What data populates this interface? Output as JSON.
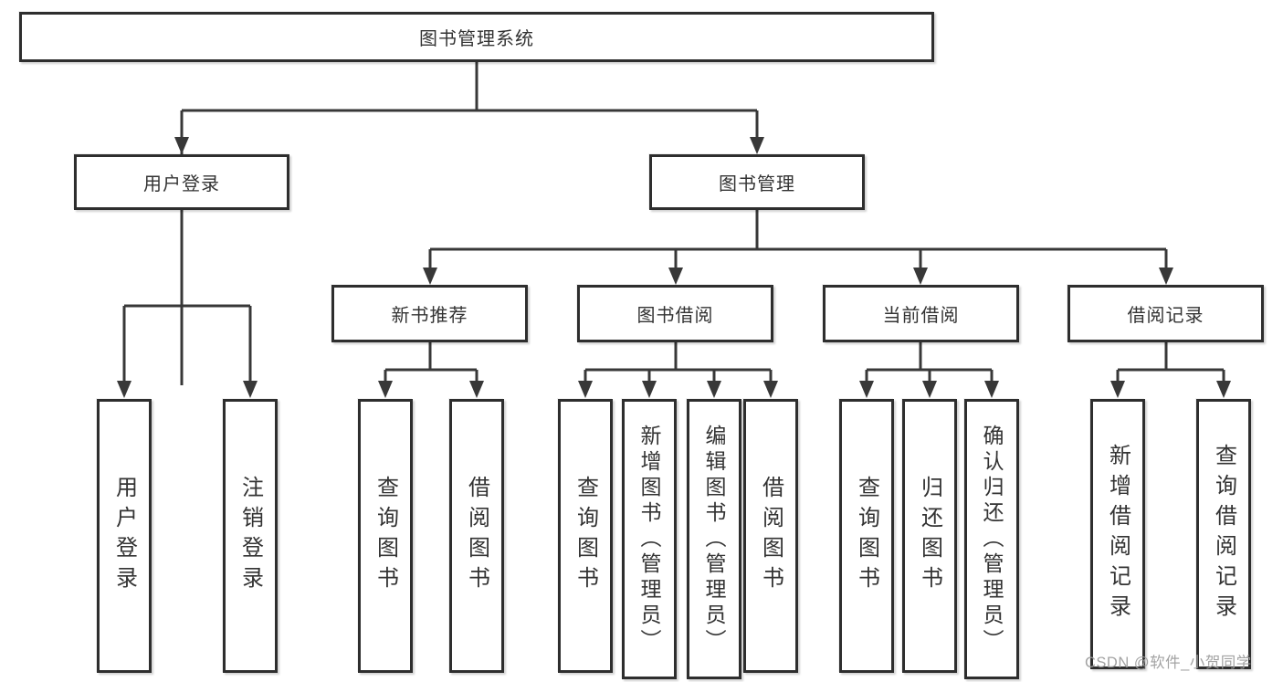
{
  "diagram": {
    "root": {
      "label": "图书管理系统"
    },
    "level2": [
      {
        "label": "用户登录"
      },
      {
        "label": "图书管理"
      }
    ],
    "level3": [
      {
        "label": "新书推荐"
      },
      {
        "label": "图书借阅"
      },
      {
        "label": "当前借阅"
      },
      {
        "label": "借阅记录"
      }
    ],
    "leaves": [
      {
        "label": "用户登录"
      },
      {
        "label": "注销登录"
      },
      {
        "label": "查询图书"
      },
      {
        "label": "借阅图书"
      },
      {
        "label": "查询图书"
      },
      {
        "label": "新增图书（管理员）"
      },
      {
        "label": "编辑图书（管理员）"
      },
      {
        "label": "借阅图书"
      },
      {
        "label": "查询图书"
      },
      {
        "label": "归还图书"
      },
      {
        "label": "确认归还（管理员）"
      },
      {
        "label": "新增借阅记录"
      },
      {
        "label": "查询借阅记录"
      }
    ],
    "colors": {
      "line": "#383838",
      "border": "#2e2e2e",
      "text": "#333333",
      "watermark": "#9e9e9e"
    }
  },
  "watermark": {
    "text": "CSDN @软件_小贺同学"
  }
}
